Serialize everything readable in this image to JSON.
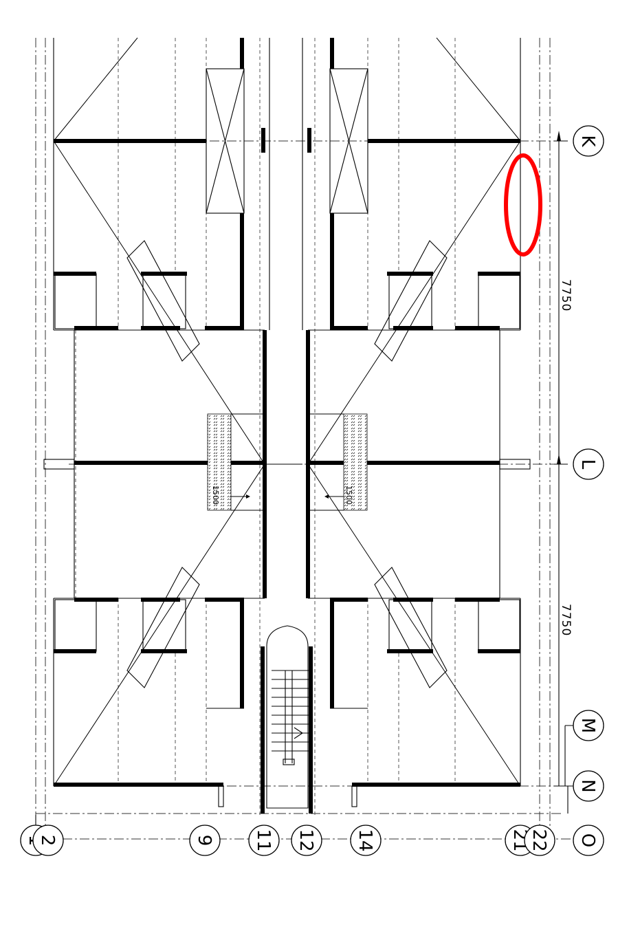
{
  "grid_lines": {
    "numbered": [
      "1",
      "2",
      "9",
      "11",
      "12",
      "14",
      "21",
      "22"
    ],
    "lettered": [
      "K",
      "L",
      "M",
      "N",
      "O"
    ]
  },
  "dimensions": [
    "7750",
    "7750"
  ],
  "stair_tags": [
    "1500",
    "1500"
  ],
  "markup": {
    "color": "#ff0000",
    "shape": "ellipse"
  }
}
